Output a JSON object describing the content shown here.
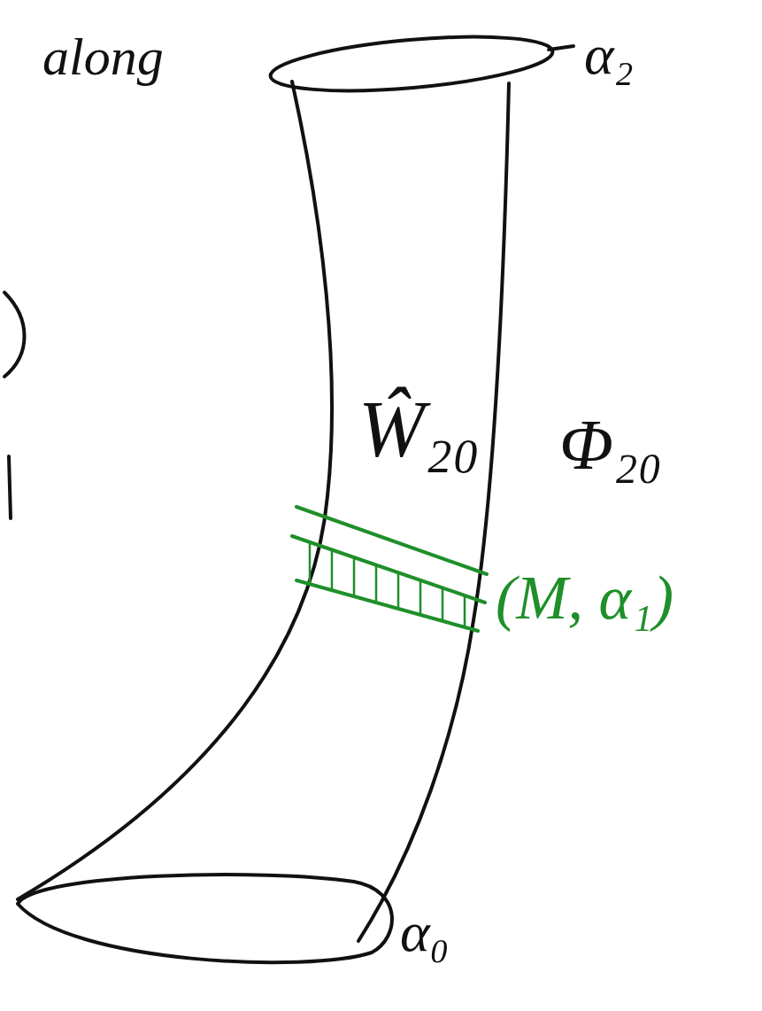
{
  "diagram": {
    "labels": [
      "along",
      "α₂",
      "Ŵ₂₀",
      "Φ₂₀",
      "(M, α₁)",
      "α₀"
    ]
  }
}
